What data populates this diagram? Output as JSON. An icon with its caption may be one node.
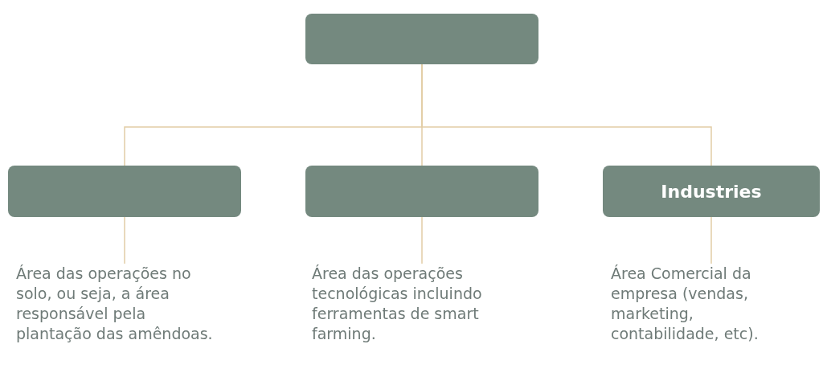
{
  "diagram": {
    "nodes": [
      {
        "text": [],
        "shape": "box"
      },
      {
        "text": [],
        "shape": "box"
      },
      {
        "text": [],
        "shape": "box"
      },
      {
        "text": [
          "Industries"
        ]
      },
      {
        "text": [
          "Área das operações no solo, ou seja, a área responsável pela plantação das amêndoas."
        ]
      },
      {
        "text": [
          "Área das operações tecnológicas incluindo ferramentas de smart farming."
        ]
      },
      {
        "text": [
          "Área Comercial da empresa (vendas, marketing, contabilidade, etc)."
        ]
      }
    ],
    "edges": [
      {
        "from": 0,
        "to": 1,
        "arrow": "none"
      },
      {
        "from": 0,
        "to": 2,
        "arrow": "none"
      },
      {
        "from": 0,
        "to": 3,
        "arrow": "none"
      },
      {
        "from": 1,
        "to": 4,
        "arrow": "none"
      },
      {
        "from": 2,
        "to": 5,
        "arrow": "none"
      },
      {
        "from": 3,
        "to": 6,
        "arrow": "none"
      }
    ]
  }
}
